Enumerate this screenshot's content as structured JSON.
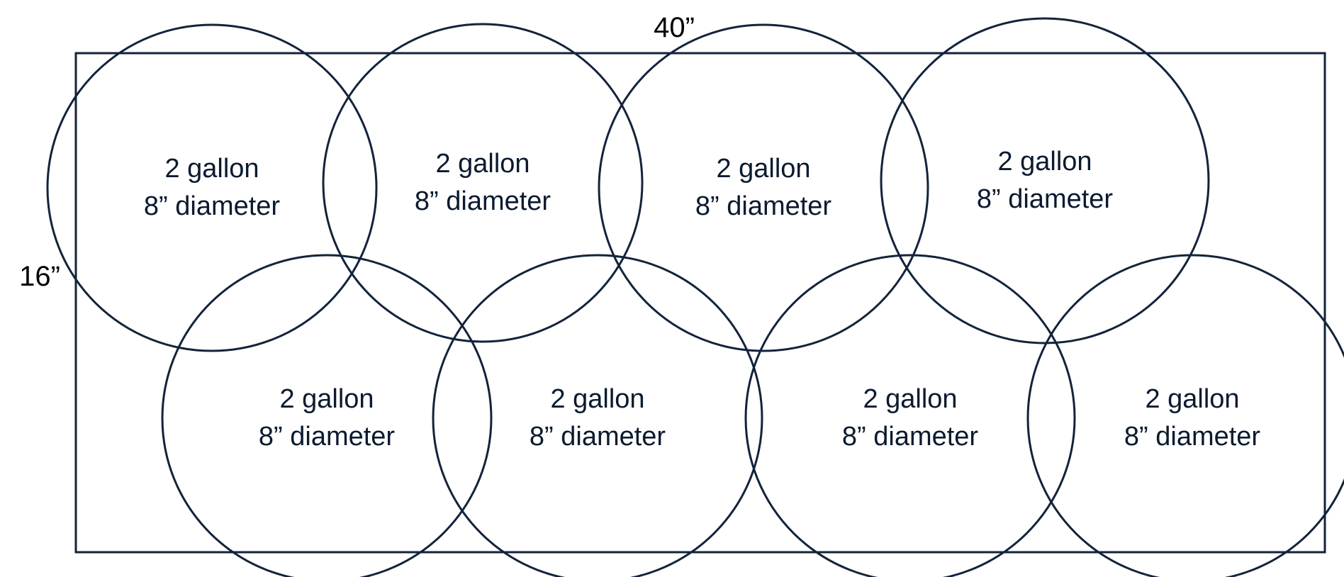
{
  "dimensions": {
    "width_label": "40”",
    "height_label": "16”"
  },
  "colors": {
    "stroke": "#12233a",
    "text": "#0b1a2e",
    "background": "#ffffff"
  },
  "pots": [
    {
      "line1": "2 gallon",
      "line2": "8” diameter"
    },
    {
      "line1": "2 gallon",
      "line2": "8” diameter"
    },
    {
      "line1": "2 gallon",
      "line2": "8” diameter"
    },
    {
      "line1": "2 gallon",
      "line2": "8” diameter"
    },
    {
      "line1": "2 gallon",
      "line2": "8” diameter"
    },
    {
      "line1": "2 gallon",
      "line2": "8” diameter"
    },
    {
      "line1": "2 gallon",
      "line2": "8” diameter"
    },
    {
      "line1": "2 gallon",
      "line2": "8” diameter"
    }
  ]
}
